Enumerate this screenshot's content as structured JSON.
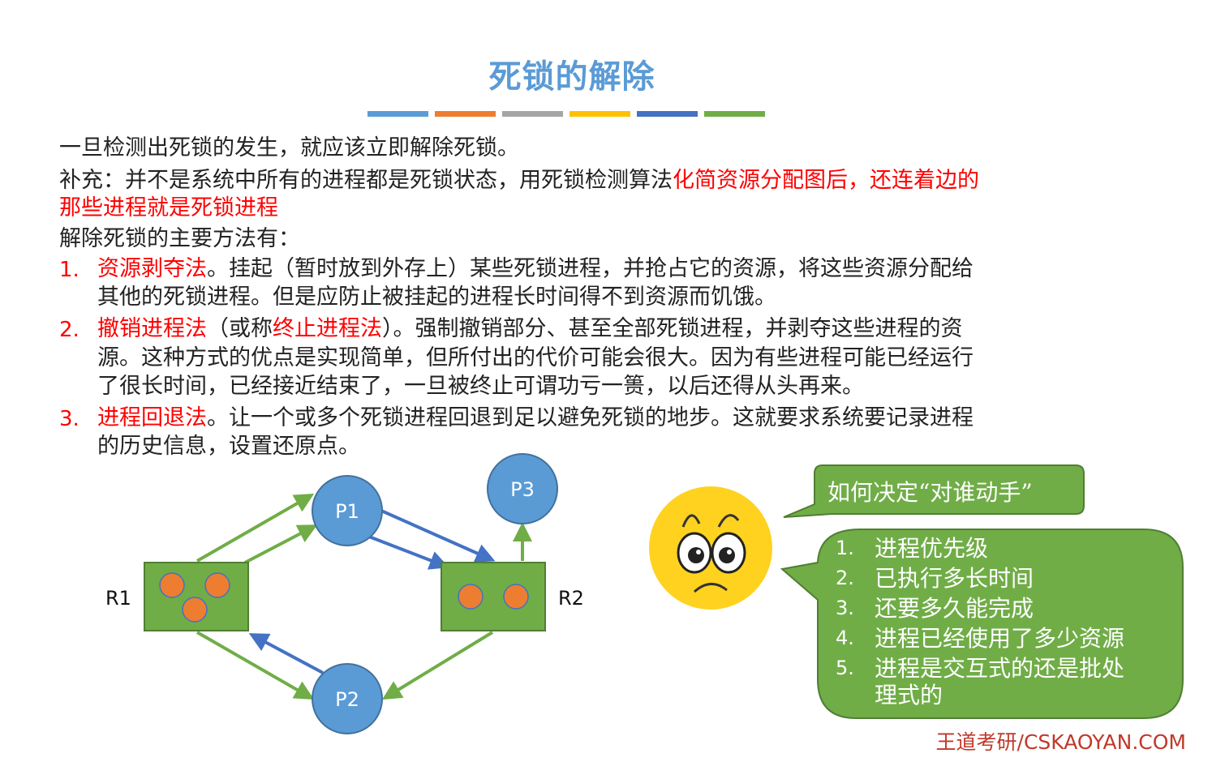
{
  "title": "死锁的解除",
  "bar_colors": [
    "#5b9bd5",
    "#ed7d31",
    "#a5a5a5",
    "#ffc000",
    "#4472c4",
    "#70ad47"
  ],
  "paragraphs": {
    "line1": "一旦检测出死锁的发生，就应该立即解除死锁。",
    "supplement_prefix": "补充：并不是系统中所有的进程都是死锁状态，用死锁检测算法",
    "supplement_red_1": "化简资源分配图后，还连着边的",
    "supplement_red_2": "那些进程就是死锁进程",
    "methods_intro": "解除死锁的主要方法有："
  },
  "methods": [
    {
      "num": "1.",
      "name": "资源剥夺法",
      "line1_rest": "。挂起（暂时放到外存上）某些死锁进程，并抢占它的资源，将这些资源分配给",
      "line2": "其他的死锁进程。但是应防止被挂起的进程长时间得不到资源而饥饿。"
    },
    {
      "num": "2.",
      "name": "撤销进程法",
      "paren_open": "（或称",
      "alt_name": "终止进程法",
      "line1_rest": "）。强制撤销部分、甚至全部死锁进程，并剥夺这些进程的资",
      "line2": "源。这种方式的优点是实现简单，但所付出的代价可能会很大。因为有些进程可能已经运行",
      "line3": "了很长时间，已经接近结束了，一旦被终止可谓功亏一篑，以后还得从头再来。"
    },
    {
      "num": "3.",
      "name": "进程回退法",
      "line1_rest": "。让一个或多个死锁进程回退到足以避免死锁的地步。这就要求系统要记录进程",
      "line2": "的历史信息，设置还原点。"
    }
  ],
  "graph": {
    "processes": [
      "P1",
      "P2",
      "P3"
    ],
    "resources": [
      "R1",
      "R2"
    ],
    "colors": {
      "node": "#5b9bd5",
      "resource": "#70ad47",
      "token": "#ed7d31",
      "request_edge": "#4472c4",
      "assign_edge": "#70ad47"
    }
  },
  "face_icon": "worried-face-icon",
  "bubble1": {
    "text": "如何决定“对谁动手”"
  },
  "bubble2": {
    "items": [
      {
        "num": "1.",
        "text": "进程优先级"
      },
      {
        "num": "2.",
        "text": "已执行多长时间"
      },
      {
        "num": "3.",
        "text": "还要多久能完成"
      },
      {
        "num": "4.",
        "text": "进程已经使用了多少资源"
      },
      {
        "num": "5.",
        "text": "进程是交互式的还是批处",
        "text2": "理式的"
      }
    ]
  },
  "footer": "王道考研/CSKAOYAN.COM"
}
